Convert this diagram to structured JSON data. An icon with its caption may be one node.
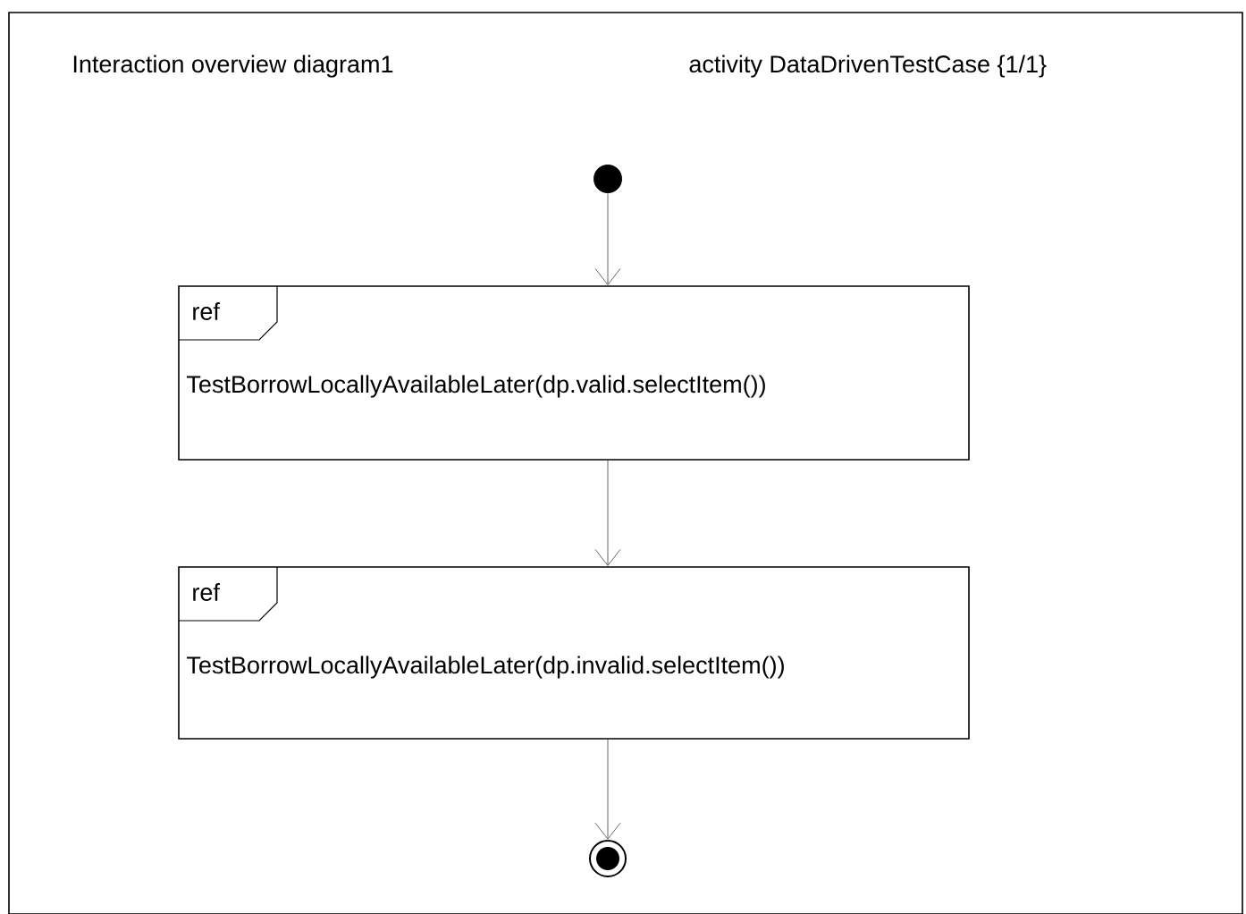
{
  "diagram": {
    "nodes": [
      {
        "text": [
          "Interaction overview diagram1",
          "activity DataDrivenTestCase  {1/1}"
        ]
      },
      {
        "text": [],
        "shape": "circle",
        "in": 0
      },
      {
        "text": [
          "ref",
          "TestBorrowLocallyAvailableLater(dp.valid.selectItem())"
        ],
        "in": 0
      },
      {
        "text": [
          "ref",
          "TestBorrowLocallyAvailableLater(dp.invalid.selectItem())"
        ],
        "in": 0
      },
      {
        "text": [],
        "shape": "bullseye",
        "in": 0
      }
    ],
    "edges": [
      {
        "from": 1,
        "to": 2,
        "arrow": "to"
      },
      {
        "from": 2,
        "to": 3,
        "arrow": "to"
      },
      {
        "from": 3,
        "to": 4,
        "arrow": "to"
      }
    ]
  }
}
